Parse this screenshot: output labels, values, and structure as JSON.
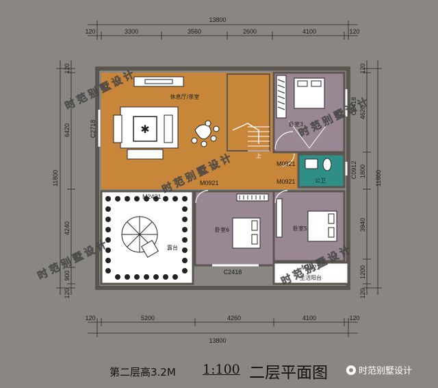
{
  "dimensions": {
    "top_total": "13800",
    "top_segments": [
      "120",
      "3300",
      "3560",
      "2600",
      "4100",
      "120"
    ],
    "bottom_total": "13800",
    "bottom_segments": [
      "120",
      "5200",
      "4260",
      "4100",
      "120"
    ],
    "left_total": "11800",
    "left_segments": [
      "120",
      "6420",
      "4240",
      "900",
      "120"
    ],
    "right_total": "11800",
    "right_segments": [
      "120",
      "4620",
      "1800",
      "3940",
      "1200",
      "120"
    ]
  },
  "rooms": {
    "lounge": "休息厅/茶室",
    "bedroom3": "卧室3",
    "bedroom5": "卧室5",
    "bedroom6": "卧室6",
    "bathroom": "公卫",
    "terrace": "露台",
    "balcony": "生活阳台",
    "stair_up": "上"
  },
  "openings": {
    "c2718": "C2718",
    "c2418_right": "C2418",
    "c0912": "C0912",
    "m0921_a": "M0921",
    "m0921_b": "M0921",
    "m0921_c": "M0921",
    "m2421": "M2421",
    "c2418_bottom": "C2418",
    "m1821": "M1821"
  },
  "watermark": "时范别墅设计",
  "footer": {
    "floor_height": "第二层高3.2M",
    "scale": "1:100",
    "title": "二层平面图",
    "brand": "时范别墅设计"
  },
  "colors": {
    "background": "#8a8782",
    "lounge_floor": "#c8863a",
    "bedroom_floor": "#9a8794",
    "bathroom_floor": "#2f8f86",
    "terrace_floor": "#ffffff",
    "wall": "#5b554f"
  }
}
